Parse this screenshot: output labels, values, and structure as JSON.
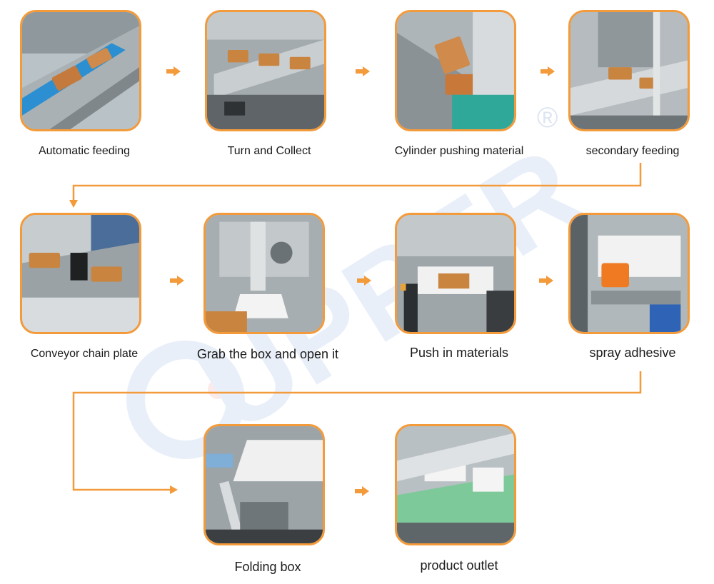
{
  "accent_color": "#f39a3a",
  "steps": [
    {
      "label": "Automatic feeding"
    },
    {
      "label": "Turn and Collect"
    },
    {
      "label": "Cylinder pushing material"
    },
    {
      "label": "secondary feeding"
    },
    {
      "label": "Conveyor chain plate"
    },
    {
      "label": "Grab the box and open it"
    },
    {
      "label": "Push in materials"
    },
    {
      "label": "spray adhesive"
    },
    {
      "label": "Folding box"
    },
    {
      "label": "product outlet"
    }
  ],
  "watermark": {
    "brand": "UPPER",
    "registered": "®"
  }
}
